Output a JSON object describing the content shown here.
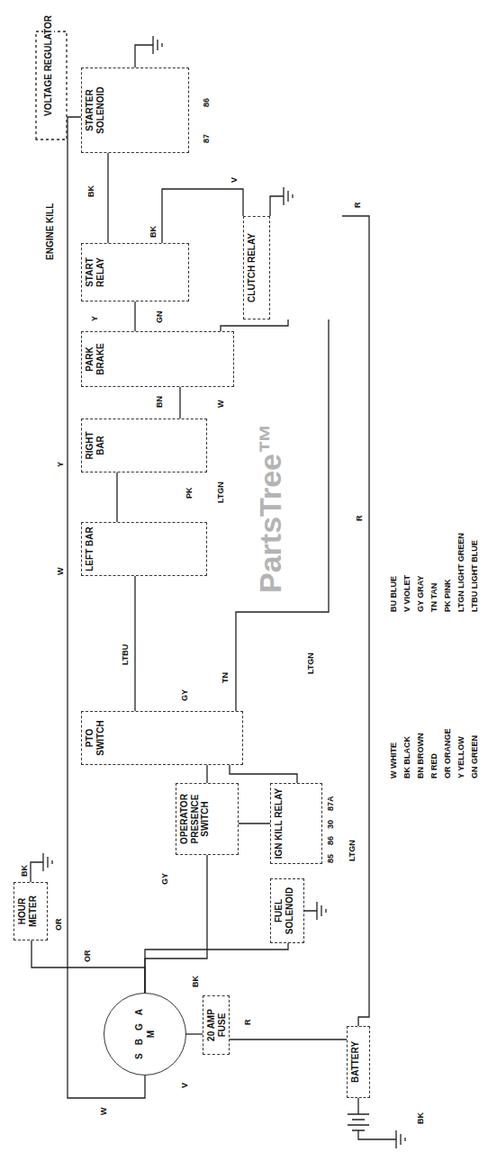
{
  "diagram": {
    "nodes": [
      {
        "text": [
          "HOUR METER"
        ]
      },
      {
        "text": [
          "S",
          "B",
          "G",
          "A",
          "M"
        ]
      },
      {
        "text": [
          "20 AMP FUSE"
        ]
      },
      {
        "text": [
          "BATTERY"
        ]
      },
      {
        "text": [
          "FUEL SOLENOID"
        ]
      },
      {
        "text": [
          "OPERATOR PRESENCE SWITCH"
        ]
      },
      {
        "text": [
          "IGN KILL RELAY"
        ]
      },
      {
        "text": [
          "PTO SWITCH"
        ]
      },
      {
        "text": [
          "LEFT BAR"
        ]
      },
      {
        "text": [
          "RIGHT BAR"
        ]
      },
      {
        "text": [
          "PARK BRAKE"
        ]
      },
      {
        "text": [
          "START RELAY"
        ]
      },
      {
        "text": [
          "CLUTCH RELAY"
        ]
      },
      {
        "text": [
          "STARTER SOLENOID"
        ]
      }
    ],
    "edges": [
      {
        "from": 1,
        "to": 0,
        "arrow": "none"
      },
      {
        "from": 1,
        "to": 5,
        "arrow": "none"
      },
      {
        "from": 1,
        "to": 4,
        "arrow": "none"
      },
      {
        "from": 1,
        "to": 2,
        "arrow": "none"
      },
      {
        "from": 2,
        "to": 3,
        "arrow": "none"
      },
      {
        "from": 5,
        "to": 7,
        "arrow": "none"
      },
      {
        "from": 5,
        "to": 6,
        "arrow": "none"
      },
      {
        "from": 6,
        "to": 7,
        "arrow": "none"
      },
      {
        "from": 7,
        "to": 8,
        "arrow": "none"
      },
      {
        "from": 8,
        "to": 9,
        "arrow": "none"
      },
      {
        "from": 9,
        "to": 10,
        "arrow": "none"
      },
      {
        "from": 10,
        "to": 11,
        "arrow": "none"
      },
      {
        "from": 10,
        "to": 12,
        "arrow": "none"
      },
      {
        "from": 11,
        "to": 13,
        "arrow": "none"
      },
      {
        "from": 7,
        "to": 12,
        "arrow": "none"
      }
    ],
    "labels": [
      "VOLTAGE REGULATOR",
      "ENGINE KILL",
      "W",
      "OR",
      "OR",
      "BK",
      "W",
      "V",
      "BK",
      "R",
      "BK",
      "GY",
      "85",
      "86",
      "30",
      "87A",
      "LTGN",
      "GY",
      "LTBU",
      "TN",
      "LTGN",
      "Y",
      "PK",
      "LTGN",
      "BN",
      "W",
      "Y",
      "GN",
      "BK",
      "BK",
      "V",
      "R",
      "87",
      "86",
      "R",
      "PartsTree™"
    ],
    "legend": [
      {
        "text": "W WHITE"
      },
      {
        "text": "BK BLACK"
      },
      {
        "text": "BN BROWN"
      },
      {
        "text": "R RED"
      },
      {
        "text": "OR ORANGE"
      },
      {
        "text": "Y YELLOW"
      },
      {
        "text": "GN GREEN"
      },
      {
        "text": "BU BLUE"
      },
      {
        "text": "V VIOLET"
      },
      {
        "text": "GY GRAY"
      },
      {
        "text": "TN TAN"
      },
      {
        "text": "PK PINK"
      },
      {
        "text": "LTGN LIGHT GREEN"
      },
      {
        "text": "LTBU LIGHT BLUE"
      }
    ]
  }
}
